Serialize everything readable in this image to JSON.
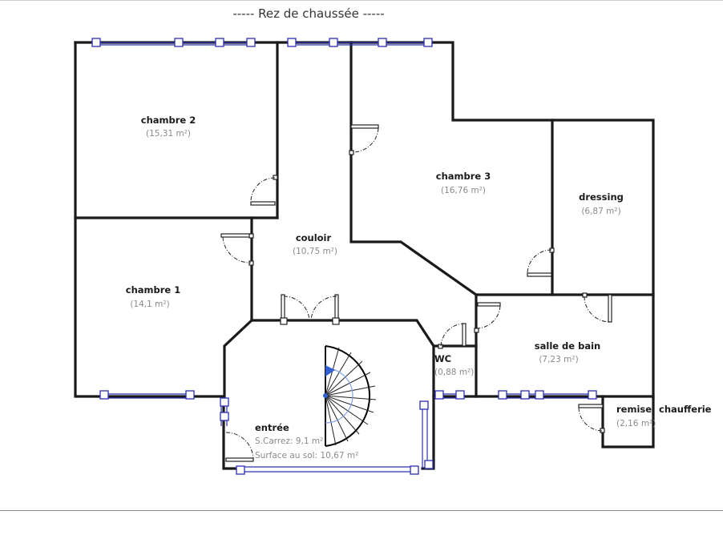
{
  "title": "----- Rez de chaussée -----",
  "colors": {
    "wall": "#1a1a1a",
    "window": "#2b2fb0",
    "stair_arc": "#7ea3e6",
    "area_text": "#8a8a8a"
  },
  "rooms": [
    {
      "id": "chambre2",
      "name": "chambre 2",
      "area": "(15,31 m²)"
    },
    {
      "id": "chambre3",
      "name": "chambre 3",
      "area": "(16,76 m²)"
    },
    {
      "id": "dressing",
      "name": "dressing",
      "area": "(6,87 m²)"
    },
    {
      "id": "couloir",
      "name": "couloir",
      "area": "(10,75 m²)"
    },
    {
      "id": "chambre1",
      "name": "chambre 1",
      "area": "(14,1 m²)"
    },
    {
      "id": "salle-de-bain",
      "name": "salle de bain",
      "area": "(7,23 m²)"
    },
    {
      "id": "wc",
      "name": "WC",
      "area": "(0,88 m²)"
    },
    {
      "id": "remise",
      "name": "remise",
      "area": "(2,16 m²)"
    },
    {
      "id": "chaufferie",
      "name": "chaufferie",
      "area": ""
    }
  ],
  "entree": {
    "name": "entrée",
    "carrez": "S.Carrez: 9,1 m²",
    "surface": "Surface au sol: 10,67 m²"
  }
}
